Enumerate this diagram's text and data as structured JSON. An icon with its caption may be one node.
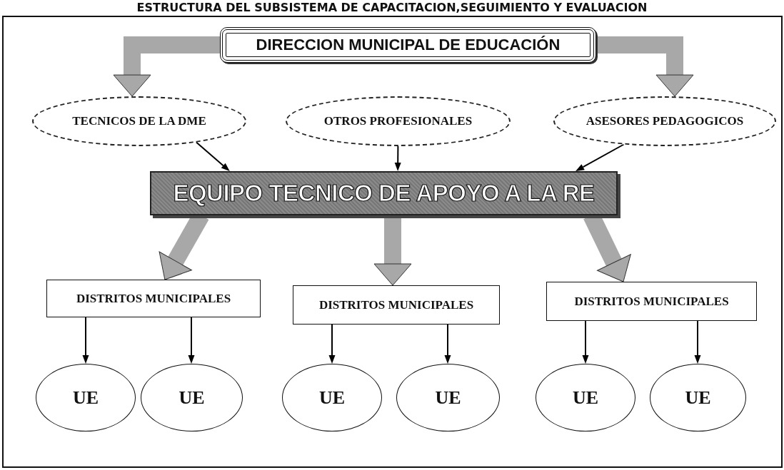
{
  "diagram": {
    "title": "ESTRUCTURA DEL SUBSISTEMA DE CAPACITACION,SEGUIMIENTO Y EVALUACION",
    "nodes": [
      {
        "text": [
          "DIRECCION MUNICIPAL DE EDUCACIÓN"
        ]
      },
      {
        "text": [
          "TECNICOS DE LA DME"
        ]
      },
      {
        "text": [
          "OTROS PROFESIONALES"
        ]
      },
      {
        "text": [
          "ASESORES PEDAGOGICOS"
        ]
      },
      {
        "text": [
          "EQUIPO TECNICO DE APOYO A LA RE"
        ]
      },
      {
        "text": [
          "DISTRITOS MUNICIPALES"
        ]
      },
      {
        "text": [
          "DISTRITOS MUNICIPALES"
        ]
      },
      {
        "text": [
          "DISTRITOS MUNICIPALES"
        ]
      },
      {
        "text": [
          "UE"
        ]
      },
      {
        "text": [
          "UE"
        ]
      },
      {
        "text": [
          "UE"
        ]
      },
      {
        "text": [
          "UE"
        ]
      },
      {
        "text": [
          "UE"
        ]
      },
      {
        "text": [
          "UE"
        ]
      }
    ],
    "edges": [
      {
        "from": 0,
        "to": 1,
        "arrow": "to",
        "style": "thick",
        "color": "#a8a8a8"
      },
      {
        "from": 0,
        "to": 3,
        "arrow": "to",
        "style": "thick",
        "color": "#a8a8a8"
      },
      {
        "from": 1,
        "to": 4,
        "arrow": "to"
      },
      {
        "from": 2,
        "to": 4,
        "arrow": "to"
      },
      {
        "from": 3,
        "to": 4,
        "arrow": "to"
      },
      {
        "from": 4,
        "to": 5,
        "arrow": "to",
        "style": "thick",
        "color": "#a8a8a8"
      },
      {
        "from": 4,
        "to": 6,
        "arrow": "to",
        "style": "thick",
        "color": "#a8a8a8"
      },
      {
        "from": 4,
        "to": 7,
        "arrow": "to",
        "style": "thick",
        "color": "#a8a8a8"
      },
      {
        "from": 5,
        "to": 8,
        "arrow": "to"
      },
      {
        "from": 5,
        "to": 9,
        "arrow": "to"
      },
      {
        "from": 6,
        "to": 10,
        "arrow": "to"
      },
      {
        "from": 6,
        "to": 11,
        "arrow": "to"
      },
      {
        "from": 7,
        "to": 12,
        "arrow": "to"
      },
      {
        "from": 7,
        "to": 13,
        "arrow": "to"
      }
    ]
  }
}
